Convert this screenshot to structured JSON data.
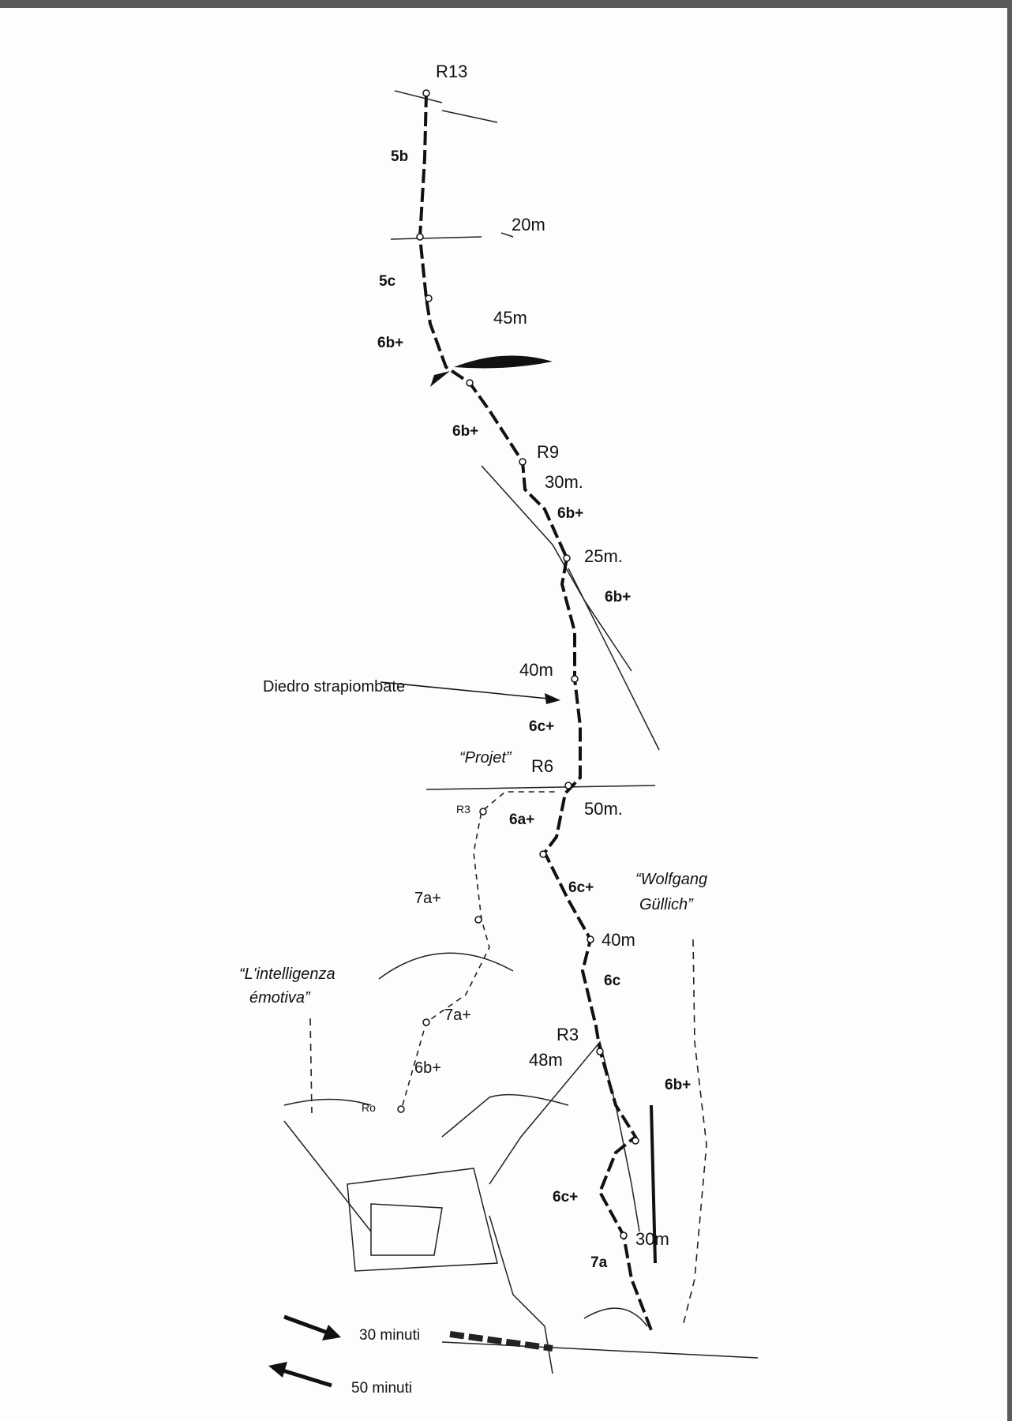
{
  "topo": {
    "belays": {
      "r13": "R13",
      "r9": "R9",
      "r6": "R6",
      "r3": "R3",
      "r3_projet": "R3",
      "r0": "Ro"
    },
    "grades": {
      "p13": "5b",
      "p12": "5c",
      "p11": "6b+",
      "p10": "6b+",
      "p9": "6b+",
      "p8": "6b+",
      "p7": "6c+",
      "p6": "6a+",
      "p5": "6c+",
      "p4": "6c",
      "p3": "6b+",
      "p2": "6c+",
      "p1": "7a",
      "left_a": "7a+",
      "left_b": "7a+",
      "left_c": "6b+"
    },
    "lengths": {
      "l1": "20m",
      "l2": "45m",
      "l3": "30m.",
      "l4": "25m.",
      "l5": "40m",
      "l6": "50m.",
      "l7": "40m",
      "l8": "48m",
      "l9": "30m"
    },
    "annotations": {
      "diedro": "Diedro strapiombate",
      "projet": "“Projet”",
      "wolfgang_1": "“Wolfgang",
      "wolfgang_2": "Güllich”",
      "intelligenza_1": "“L'intelligenza",
      "intelligenza_2": "émotiva”"
    },
    "approach": {
      "in": "30 minuti",
      "out": "50 minuti"
    }
  }
}
